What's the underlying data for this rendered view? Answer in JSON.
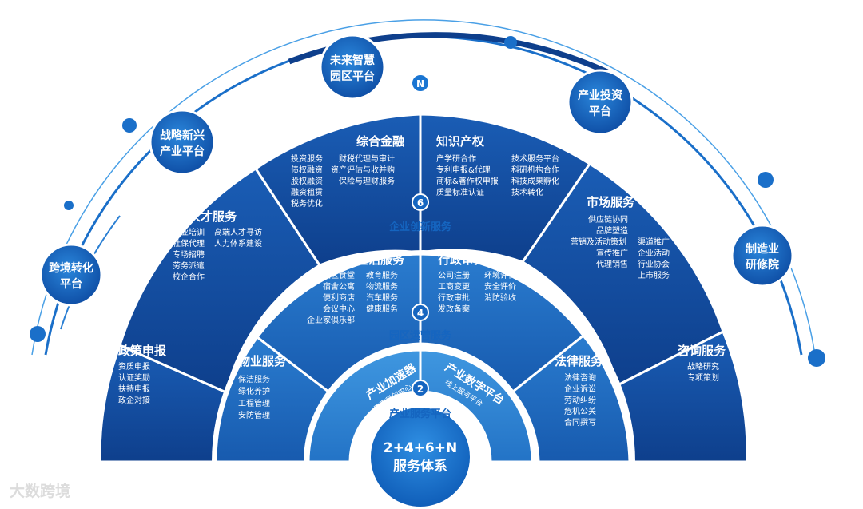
{
  "center": {
    "line1": "2+4+6+N",
    "line2": "服务体系"
  },
  "badges": {
    "inner": "2",
    "middle": "4",
    "outer": "6",
    "top": "N"
  },
  "bands": {
    "inner": "产业服务平台",
    "middle": "园区运营服务",
    "outer": "企业创新服务"
  },
  "inner_ring": {
    "left": {
      "title": "产业加速器",
      "sub": "中南科创中心"
    },
    "right": {
      "title": "产业数字平台",
      "sub": "线上服务平台"
    }
  },
  "middle_ring": {
    "wuye": {
      "title": "物业服务",
      "items": [
        "保洁服务",
        "绿化养护",
        "工程管理",
        "安防管理"
      ]
    },
    "shenghuo": {
      "title": "生活服务",
      "col1": [
        "园区食堂",
        "宿舍公寓",
        "便利商店",
        "会议中心"
      ],
      "col2": [
        "教育服务",
        "物流服务",
        "汽车服务",
        "健康服务"
      ],
      "extra": "企业家俱乐部"
    },
    "xingzheng": {
      "title": "行政审批",
      "col1": [
        "公司注册",
        "工商变更",
        "行政审批",
        "发改备案"
      ],
      "col2": [
        "环境评价",
        "安全评价",
        "消防验收"
      ]
    },
    "falv": {
      "title": "法律服务",
      "items": [
        "法律咨询",
        "企业诉讼",
        "劳动纠纷",
        "危机公关",
        "合同撰写"
      ]
    }
  },
  "outer_ring": {
    "zhengce": {
      "title": "政策申报",
      "items": [
        "资质申报",
        "认证奖励",
        "扶持申报",
        "政企对接"
      ]
    },
    "rencai": {
      "title": "人才服务",
      "col1": [
        "专业培训",
        "社保代理",
        "专场招聘",
        "劳务派遣",
        "校企合作"
      ],
      "col2": [
        "高端人才寻访",
        "人力体系建设"
      ]
    },
    "jinrong": {
      "title": "综合金融",
      "col1": [
        "投资服务",
        "债权融资",
        "股权融资",
        "融资租赁",
        "税务优化"
      ],
      "col2": [
        "财税代理与审计",
        "资产评估与收并购",
        "保险与理财服务"
      ]
    },
    "zhishi": {
      "title": "知识产权",
      "col1": [
        "产学研合作",
        "专利申报&代理",
        "商标&著作权申报",
        "质量标准认证"
      ],
      "col2": [
        "技术服务平台",
        "科研机构合作",
        "科技成果孵化",
        "技术转化"
      ]
    },
    "shichang": {
      "title": "市场服务",
      "col1": [
        "供应链协同",
        "品牌塑造",
        "营销及活动策划",
        "宣传推广",
        "代理销售"
      ],
      "col2": [
        "渠道推广",
        "企业活动",
        "行业协会",
        "上市服务"
      ]
    },
    "zixun": {
      "title": "咨询服务",
      "items": [
        "战略研究",
        "专项策划"
      ]
    }
  },
  "platforms": [
    {
      "l1": "跨境转化",
      "l2": "平台"
    },
    {
      "l1": "战略新兴",
      "l2": "产业平台"
    },
    {
      "l1": "未来智慧",
      "l2": "园区平台"
    },
    {
      "l1": "产业投资",
      "l2": "平台"
    },
    {
      "l1": "制造业",
      "l2": "研修院"
    }
  ],
  "watermark": "大数跨境",
  "colors": {
    "dark": "#1553a8",
    "mid": "#1f6fc4",
    "light": "#3a8fdc",
    "accent": "#1565c0"
  }
}
